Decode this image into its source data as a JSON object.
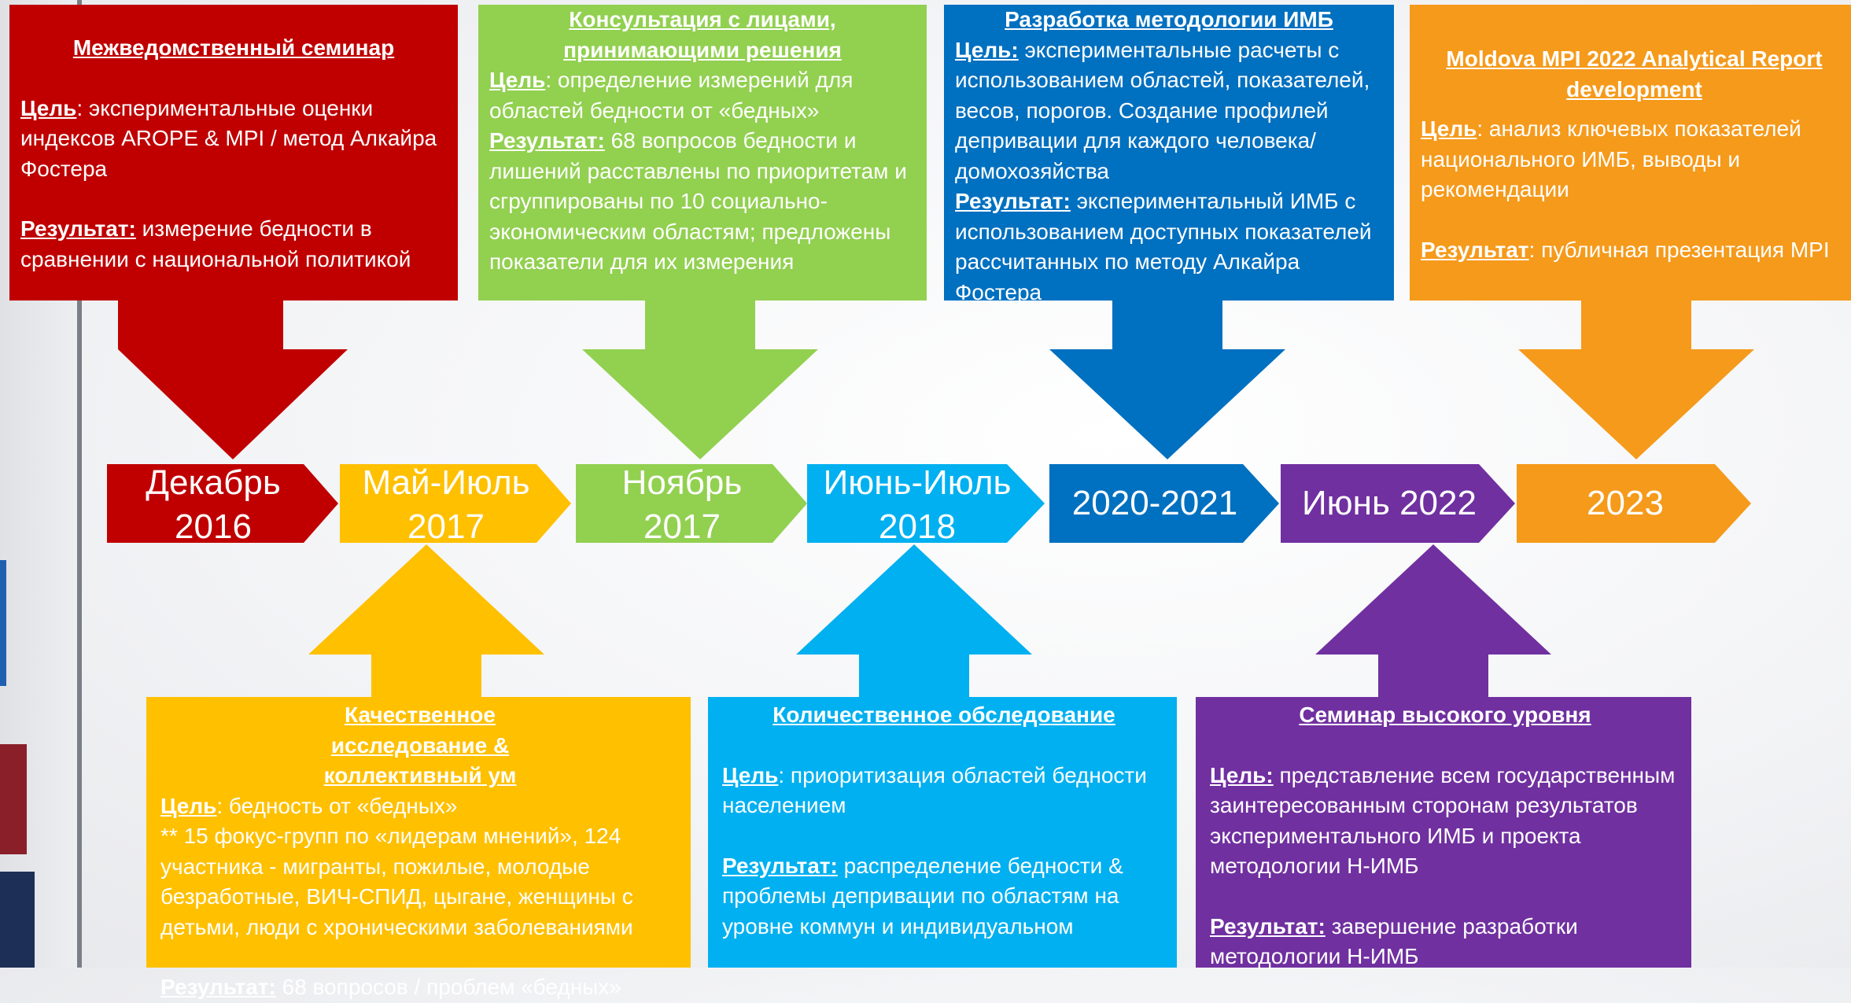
{
  "colors": {
    "red": "#c00000",
    "yellow": "#ffc000",
    "green": "#92d050",
    "light_blue": "#00b0f0",
    "blue": "#0070c0",
    "purple": "#7030a0",
    "orange": "#f59a1b"
  },
  "timeline": [
    {
      "line1": "Декабрь",
      "line2": "2016",
      "color": "#c00000"
    },
    {
      "line1": "Май-Июль",
      "line2": "2017",
      "color": "#ffc000"
    },
    {
      "line1": "Ноябрь",
      "line2": "2017",
      "color": "#92d050"
    },
    {
      "line1": "Июнь-Июль",
      "line2": "2018",
      "color": "#00b0f0"
    },
    {
      "line1": "2020-2021",
      "line2": "",
      "color": "#0070c0"
    },
    {
      "line1": "Июнь 2022",
      "line2": "",
      "color": "#7030a0"
    },
    {
      "line1": "2023",
      "line2": "",
      "color": "#f59a1b"
    }
  ],
  "boxes": {
    "dec2016": {
      "title": "Межведомственный семинар",
      "goal_label": "Цель",
      "goal_text": ": экспериментальные оценки индексов AROPE & MPI / метод Алкайра Фостера",
      "result_label": "Результат:",
      "result_text": " измерение бедности в сравнении с национальной политикой"
    },
    "nov2017": {
      "title": "Консультация с лицами, принимающими решения",
      "goal_label": "Цель",
      "goal_text": ":  определение измерений для областей бедности от «бедных»",
      "result_label": "Результат:",
      "result_text": " 68 вопросов бедности и лишений расставлены по приоритетам и сгруппированы по 10 социально-экономическим областям; предложены показатели для их измерения"
    },
    "y2020": {
      "title": "Разработка методологии ИМБ",
      "goal_label": "Цель:",
      "goal_text": "  экспериментальные расчеты с использованием областей, показателей, весов, порогов. Создание профилей депривации для каждого человека/домохозяйства",
      "result_label": "Результат:",
      "result_text": " экспериментальный ИМБ с использованием доступных показателей рассчитанных по методу Алкайра Фостера"
    },
    "y2023": {
      "title": "Moldova MPI 2022 Analytical Report development",
      "goal_label": "Цель",
      "goal_text": ": анализ ключевых показателей национального ИМБ, выводы и рекомендации",
      "result_label": "Результат",
      "result_text": ": публичная презентация MPI"
    },
    "may2017": {
      "title": "Качественное исследование & коллективный ум",
      "goal_label": "Цель",
      "goal_text": ": бедность от «бедных»",
      "note": "** 15 фокус-групп по «лидерам мнений», 124 участника - мигранты, пожилые, молодые безработные, ВИЧ-СПИД, цыгане, женщины с детьми, люди с хроническими заболеваниями",
      "result_label": "Результат:",
      "result_text": " 68 вопросов / проблем «бедных»"
    },
    "jun2018": {
      "title": "Количественное обследование",
      "goal_label": "Цель",
      "goal_text": ":  приоритизация областей бедности населением",
      "result_label": "Результат:",
      "result_text": " распределение бедности & проблемы депривации по областям на уровне коммун и индивидуальном"
    },
    "jun2022": {
      "title": "Семинар высокого уровня",
      "goal_label": "Цель:",
      "goal_text": " представление всем государственным заинтересованным сторонам результатов экспериментального ИМБ и проекта методологии Н-ИМБ",
      "result_label": "Результат:",
      "result_text": " завершение разработки методологии Н-ИМБ"
    }
  }
}
